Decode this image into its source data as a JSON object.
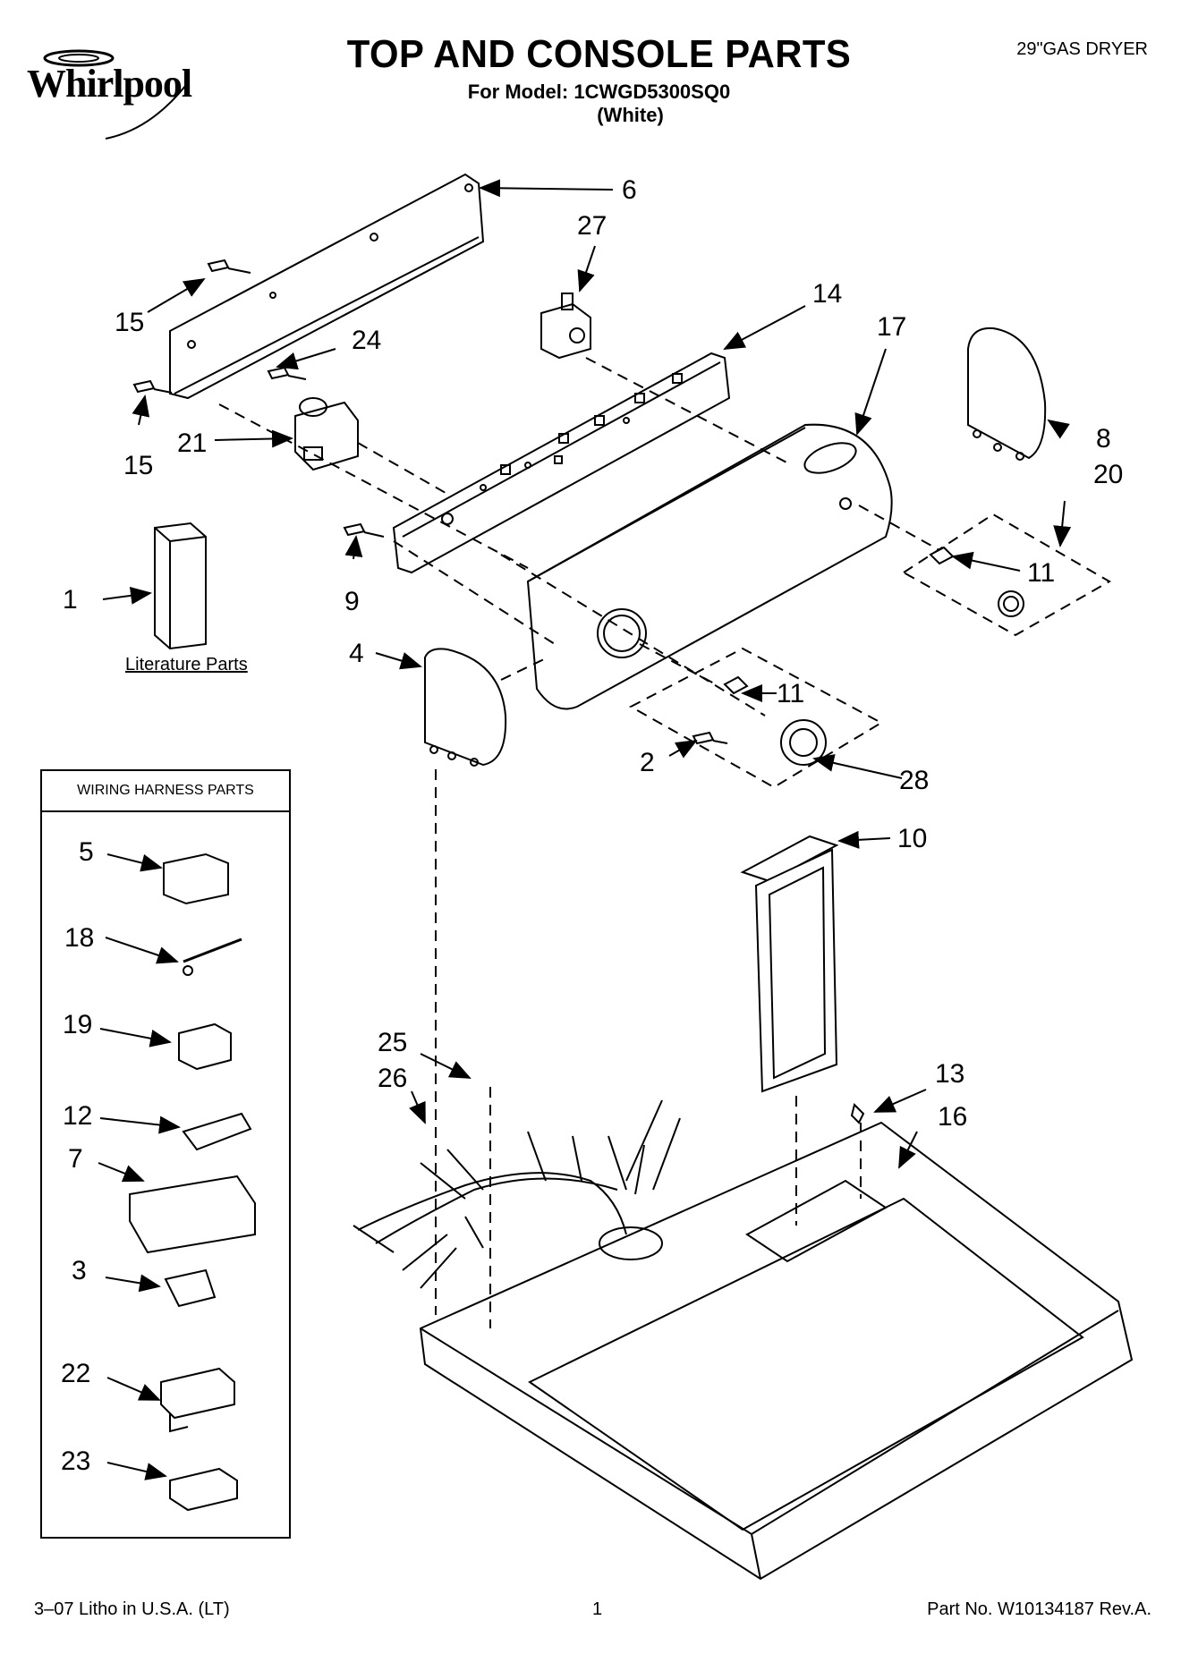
{
  "brand": "Whirlpool",
  "header": {
    "title": "TOP AND CONSOLE PARTS",
    "model_line": "For Model: 1CWGD5300SQ0",
    "color": "(White)",
    "product": "29\"GAS DRYER"
  },
  "literature_label": "Literature Parts",
  "wiring_harness_title": "WIRING HARNESS PARTS",
  "callouts": {
    "c1": "1",
    "c2": "2",
    "c3": "3",
    "c4": "4",
    "c5": "5",
    "c6": "6",
    "c7": "7",
    "c8": "8",
    "c9": "9",
    "c10": "10",
    "c11a": "11",
    "c11b": "11",
    "c12": "12",
    "c13": "13",
    "c14": "14",
    "c15a": "15",
    "c15b": "15",
    "c16": "16",
    "c17": "17",
    "c18": "18",
    "c19": "19",
    "c20": "20",
    "c21": "21",
    "c22": "22",
    "c23": "23",
    "c24": "24",
    "c25": "25",
    "c26": "26",
    "c27": "27",
    "c28": "28"
  },
  "footer": {
    "left": "3–07 Litho in U.S.A. (LT)",
    "page": "1",
    "part_no": "Part No. W10134187 Rev.A."
  }
}
